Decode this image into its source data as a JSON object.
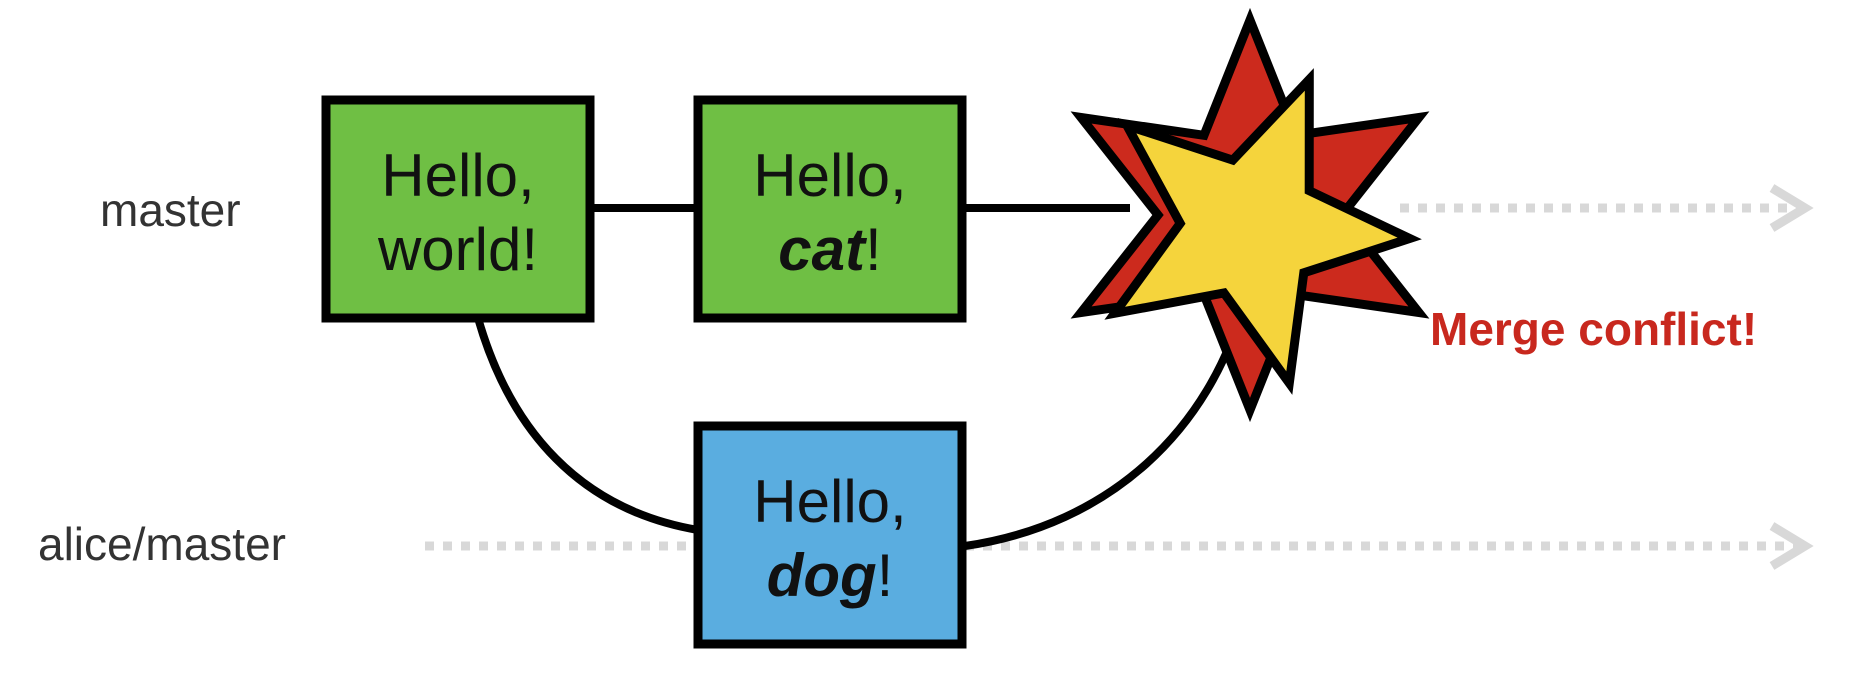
{
  "branches": {
    "master_label": "master",
    "alice_label": "alice/master"
  },
  "commits": {
    "c1": {
      "line1": "Hello,",
      "line2": "world!"
    },
    "c2": {
      "line1": "Hello,",
      "line2_emph": "cat",
      "line2_rest": "!"
    },
    "c3": {
      "line1": "Hello,",
      "line2_emph": "dog",
      "line2_rest": "!"
    }
  },
  "merge": {
    "label": "Merge conflict!"
  },
  "colors": {
    "master_commit": "#6fbf44",
    "alice_commit": "#5aade0",
    "star_outer": "#cc2a1d",
    "star_inner": "#f5d43c",
    "conflict_text": "#c8281e",
    "dotted_arrow": "#d6d6d6"
  }
}
